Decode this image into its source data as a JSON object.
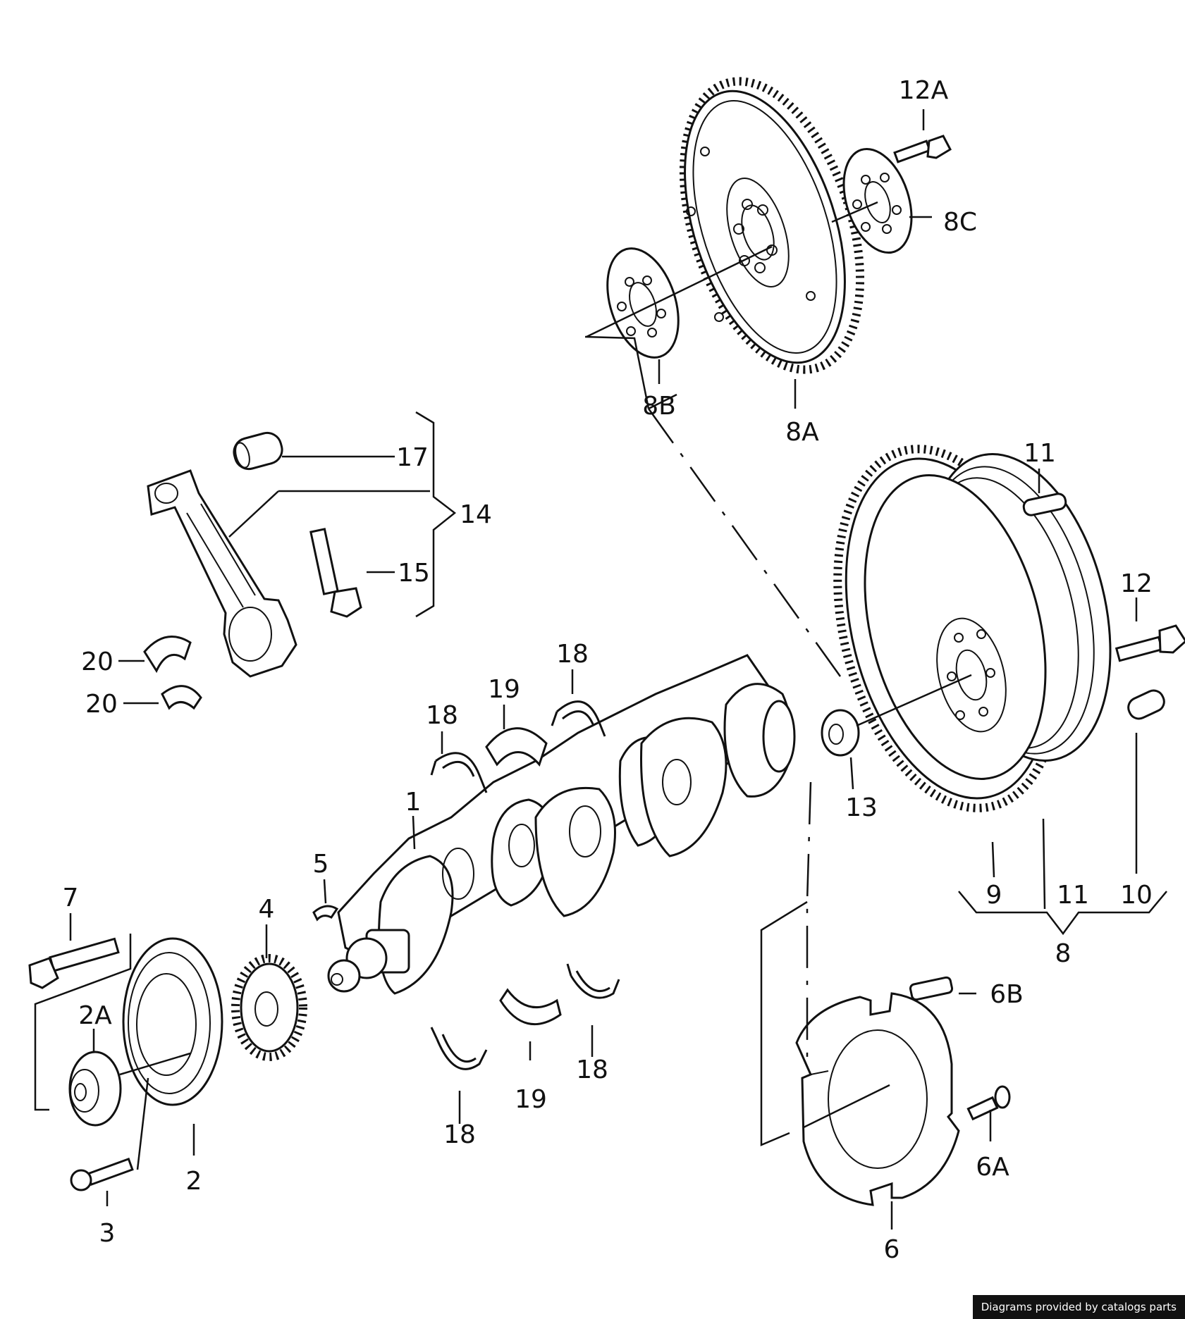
{
  "callouts": {
    "c1": "1",
    "c2": "2",
    "c2a": "2A",
    "c3": "3",
    "c4": "4",
    "c5": "5",
    "c6": "6",
    "c6a": "6A",
    "c6b": "6B",
    "c7": "7",
    "c8": "8",
    "c8a": "8A",
    "c8b": "8B",
    "c8c": "8C",
    "c9": "9",
    "c10": "10",
    "c11a": "11",
    "c11b": "11",
    "c12": "12",
    "c12a": "12A",
    "c13": "13",
    "c14": "14",
    "c15": "15",
    "c17": "17",
    "c18a": "18",
    "c18b": "18",
    "c18c": "18",
    "c18d": "18",
    "c19a": "19",
    "c19b": "19",
    "c20a": "20",
    "c20b": "20"
  },
  "credit": "Diagrams provided by catalogs parts"
}
